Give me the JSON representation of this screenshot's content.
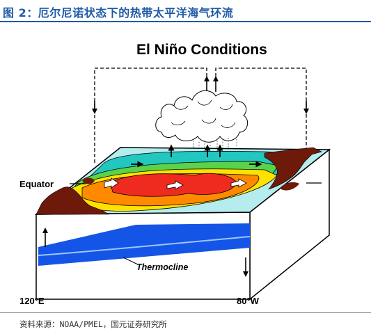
{
  "figure": {
    "title": "图 2：厄尔尼诺状态下的热带太平洋海气环流",
    "source": "资料来源：NOAA/PMEL，国元证券研究所"
  },
  "diagram": {
    "heading": "El Niño Conditions",
    "equator_label": "Equator",
    "thermocline_label": "Thermocline",
    "west_label": "120°E",
    "east_label": "80°W"
  },
  "colors": {
    "title_blue": "#1f5aa6",
    "warm_pool": "#ef2b1f",
    "warm": "#ff8a00",
    "mild": "#ffe100",
    "cool": "#58d34a",
    "cold": "#22c7c0",
    "ocean_deep": "#1455e8",
    "land": "#6e1a0a"
  }
}
